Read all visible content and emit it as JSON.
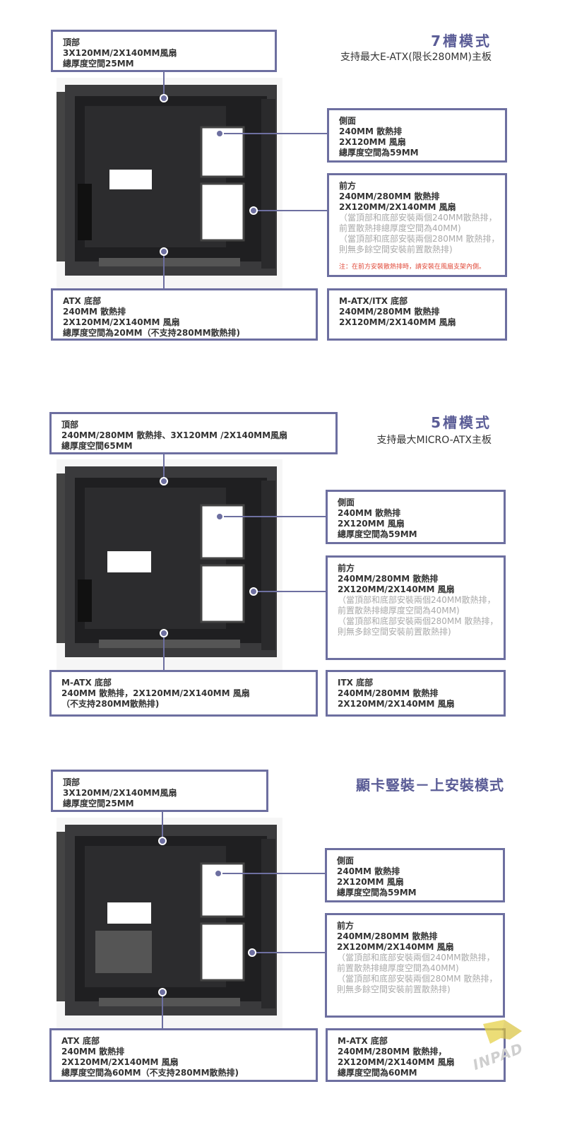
{
  "sections": [
    {
      "title": "7槽模式",
      "subtitle": "支持最大E-ATX(限长280MM)主板",
      "top_box": [
        "頂部",
        "3X120MM/2X140MM風扇",
        "總厚度空間25MM"
      ],
      "side_box": [
        "側面",
        "240MM 散熱排",
        "2X120MM 風扇",
        "總厚度空間為59MM"
      ],
      "front_box": {
        "lines": [
          "前方",
          "240MM/280MM 散熱排",
          "2X120MM/2X140MM 風扇"
        ],
        "notes": [
          "（當頂部和底部安裝兩個240MM散熱排，",
          "前置散熱排總厚度空間為40MM)",
          "（當頂部和底部安裝兩個280MM 散熱排，",
          "則無多餘空間安裝前置散熱排)"
        ],
        "warning": "注：在前方安裝散熱排時，請安裝在風扇支架內側。"
      },
      "bottom_left_box": [
        "ATX 底部",
        "240MM 散熱排",
        "2X120MM/2X140MM 風扇",
        "總厚度空間為20MM（不支持280MM散熱排)"
      ],
      "bottom_right_box": [
        "M-ATX/ITX 底部",
        "240MM/280MM 散熱排",
        "2X120MM/2X140MM 風扇"
      ]
    },
    {
      "title": "5槽模式",
      "subtitle": "支持最大MICRO-ATX主板",
      "top_box": [
        "頂部",
        "240MM/280MM 散熱排、3X120MM /2X140MM風扇",
        "總厚度空間65MM"
      ],
      "side_box": [
        "側面",
        "240MM 散熱排",
        "2X120MM 風扇",
        "總厚度空間為59MM"
      ],
      "front_box": {
        "lines": [
          "前方",
          "240MM/280MM 散熱排",
          "2X120MM/2X140MM 風扇"
        ],
        "notes": [
          "（當頂部和底部安裝兩個240MM散熱排，",
          "前置散熱排總厚度空間為40MM)",
          "（當頂部和底部安裝兩個280MM 散熱排，",
          "則無多餘空間安裝前置散熱排)"
        ],
        "warning": ""
      },
      "bottom_left_box": [
        "M-ATX 底部",
        "240MM 散熱排，2X120MM/2X140MM 風扇",
        "（不支持280MM散熱排)"
      ],
      "bottom_right_box": [
        "ITX 底部",
        "240MM/280MM 散熱排",
        "2X120MM/2X140MM 風扇"
      ]
    },
    {
      "title": "顯卡豎裝－上安裝模式",
      "subtitle": "",
      "top_box": [
        "頂部",
        "3X120MM/2X140MM風扇",
        "總厚度空間25MM"
      ],
      "side_box": [
        "側面",
        "240MM 散熱排",
        "2X120MM 風扇",
        "總厚度空間為59MM"
      ],
      "front_box": {
        "lines": [
          "前方",
          "240MM/280MM 散熱排",
          "2X120MM/2X140MM 風扇"
        ],
        "notes": [
          "（當頂部和底部安裝兩個240MM散熱排，",
          "前置散熱排總厚度空間為40MM)",
          "（當頂部和底部安裝兩個280MM 散熱排，",
          "則無多餘空間安裝前置散熱排)"
        ],
        "warning": ""
      },
      "bottom_left_box": [
        "ATX 底部",
        "240MM 散熱排",
        "2X120MM/2X140MM 風扇",
        "總厚度空間為60MM（不支持280MM散熱排)"
      ],
      "bottom_right_box": [
        "M-ATX 底部",
        "240MM/280MM 散熱排，",
        "2X120MM/2X140MM 風扇",
        "總厚度空間為60MM"
      ]
    }
  ],
  "watermark": "INPAD",
  "colors": {
    "accent": "#6d6fa0",
    "title": "#5a5c96",
    "warning": "#e04a3a",
    "case": "#2a2a2c"
  }
}
